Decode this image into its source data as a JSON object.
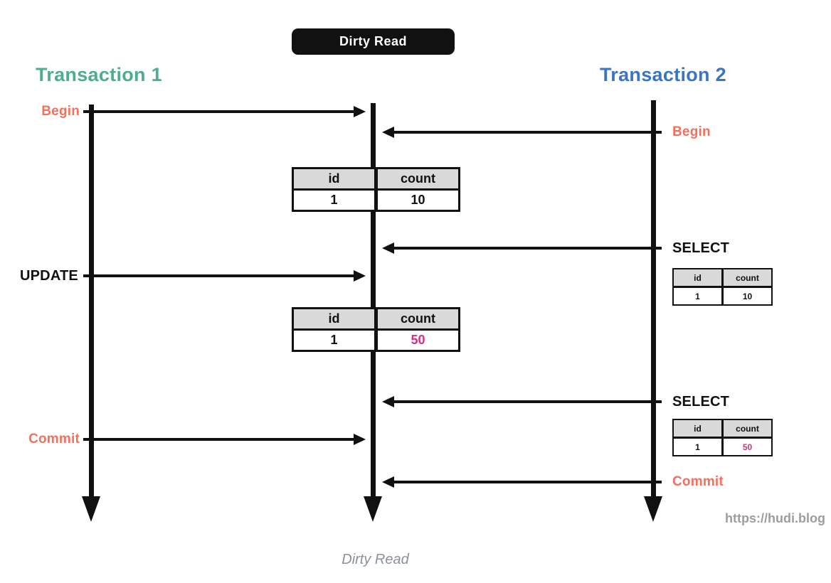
{
  "title": "Dirty Read",
  "caption": "Dirty Read",
  "watermark": "https://hudi.blog",
  "lanes": {
    "transaction1": {
      "label": "Transaction 1",
      "color": "#4CAD90"
    },
    "transaction2": {
      "label": "Transaction 2",
      "color": "#3B74C4"
    }
  },
  "events": {
    "t1_begin": {
      "label": "Begin",
      "actor": "transaction1"
    },
    "t2_begin": {
      "label": "Begin",
      "actor": "transaction2"
    },
    "t1_update": {
      "label": "UPDATE",
      "actor": "transaction1"
    },
    "t2_select_1": {
      "label": "SELECT",
      "actor": "transaction2"
    },
    "t2_select_2": {
      "label": "SELECT",
      "actor": "transaction2"
    },
    "t1_commit": {
      "label": "Commit",
      "actor": "transaction1"
    },
    "t2_commit": {
      "label": "Commit",
      "actor": "transaction2"
    }
  },
  "tables": {
    "center_before": {
      "headers": [
        "id",
        "count"
      ],
      "row": [
        "1",
        "10"
      ]
    },
    "center_after": {
      "headers": [
        "id",
        "count"
      ],
      "row": [
        "1",
        "50"
      ],
      "dirty_column": "count"
    },
    "select1_result": {
      "headers": [
        "id",
        "count"
      ],
      "row": [
        "1",
        "10"
      ]
    },
    "select2_result": {
      "headers": [
        "id",
        "count"
      ],
      "row": [
        "1",
        "50"
      ],
      "dirty_column": "count"
    }
  },
  "colors": {
    "event_label": "#F4705B",
    "sql_label": "#111111",
    "dirty_value": "#D6307F",
    "table_header_bg": "#D9D9D9",
    "timeline": "#111111",
    "watermark_gray": "#9D9D9D",
    "caption_gray": "#8A919C"
  }
}
